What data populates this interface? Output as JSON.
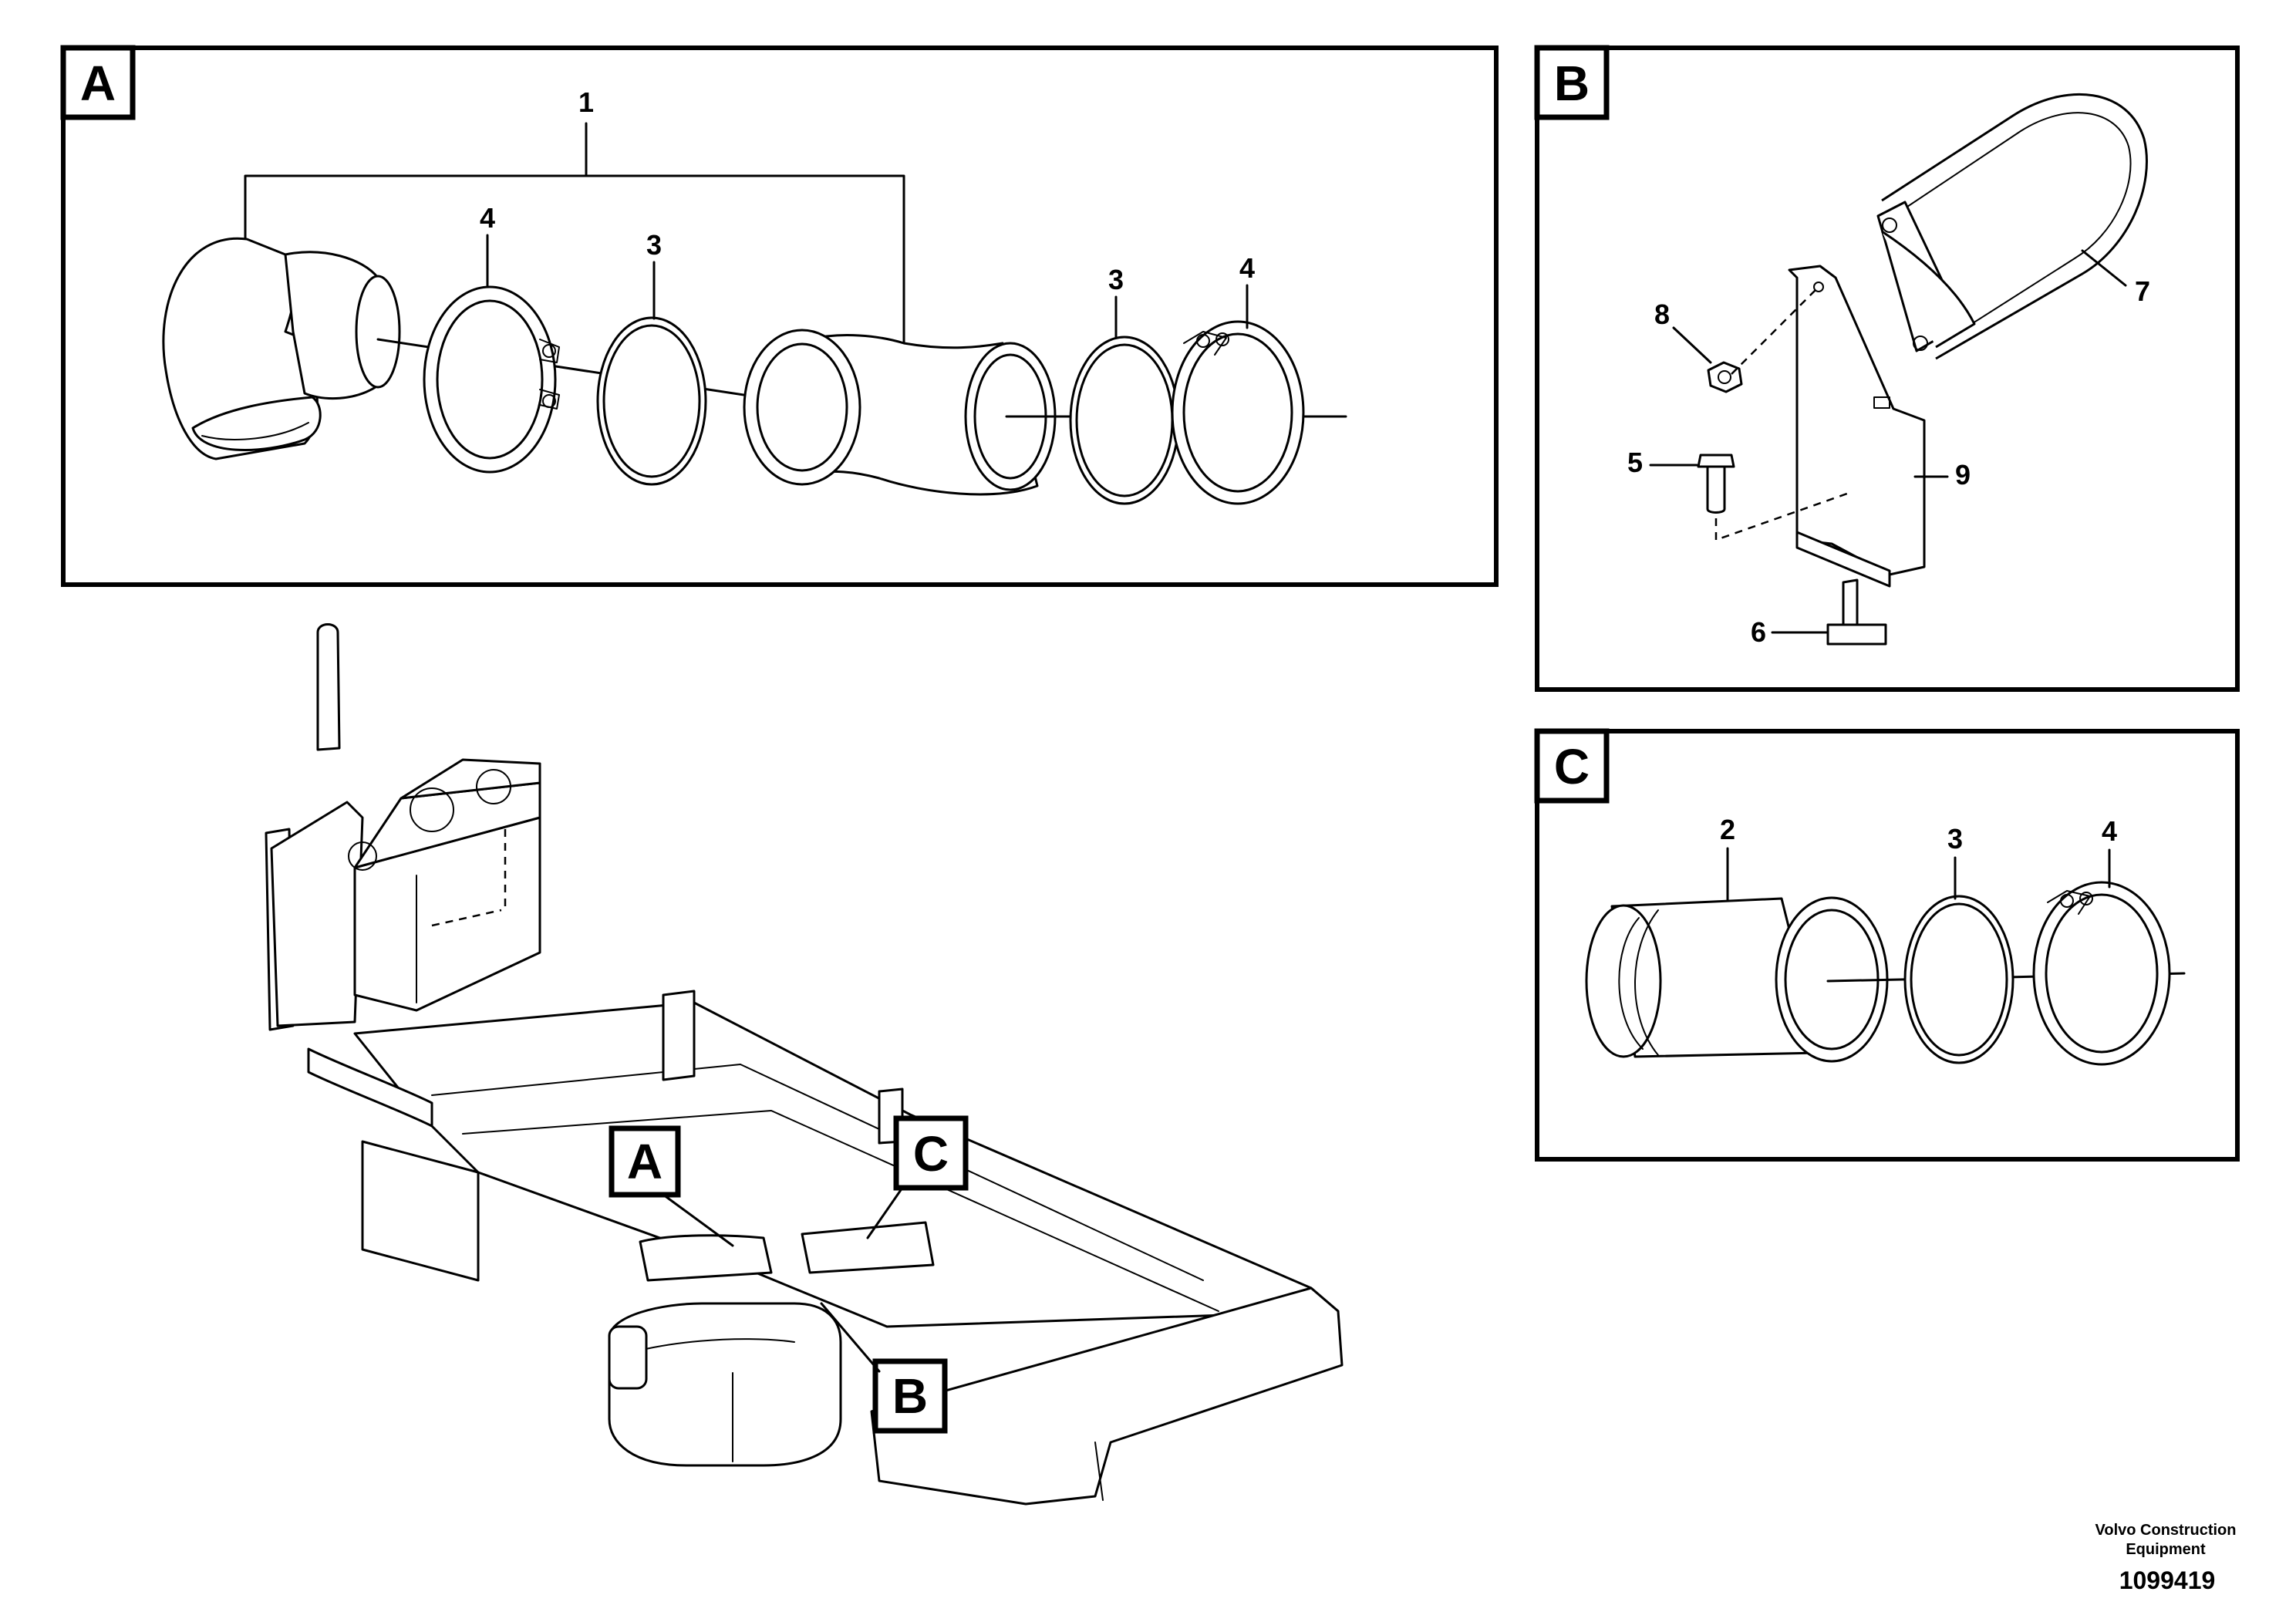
{
  "panels": {
    "a": {
      "tag": "A",
      "labels": [
        "1",
        "4",
        "3",
        "3",
        "4"
      ]
    },
    "b": {
      "tag": "B",
      "labels": [
        "8",
        "7",
        "5",
        "9",
        "6"
      ]
    },
    "c": {
      "tag": "C",
      "labels": [
        "2",
        "3",
        "4"
      ]
    }
  },
  "overview": {
    "callouts": [
      "A",
      "C",
      "B"
    ]
  },
  "footer": {
    "maker_line1": "Volvo Construction",
    "maker_line2": "Equipment",
    "drawing_number": "1099419"
  }
}
